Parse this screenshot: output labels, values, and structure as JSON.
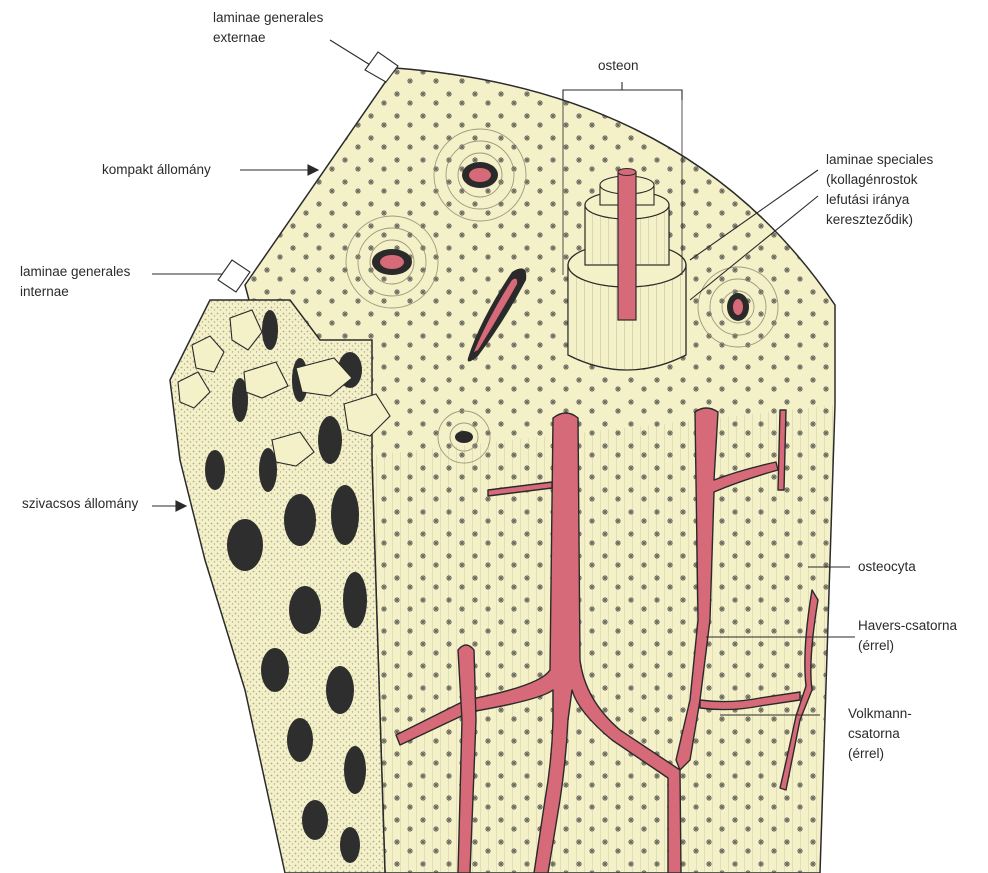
{
  "labels": {
    "laminae_generales_externae": "laminae generales\nexternae",
    "kompakt_allomany": "kompakt állomány",
    "laminae_generales_internae": "laminae generales\ninternae",
    "szivacsos_allomany": "szivacsos állomány",
    "osteon": "osteon",
    "laminae_speciales": "laminae speciales\n(kollagénrostok\nlefutási iránya\nkereszteződik)",
    "osteocyta": "osteocyta",
    "havers_csatorna": "Havers-csatorna\n(érrel)",
    "volkmann_csatorna": "Volkmann-\ncsatorna\n(érrel)"
  },
  "colors": {
    "bone_fill": "#f4f0c8",
    "vessel": "#d66a78",
    "ink": "#2a2a2a",
    "spongy_dark": "#3a3a3a"
  }
}
